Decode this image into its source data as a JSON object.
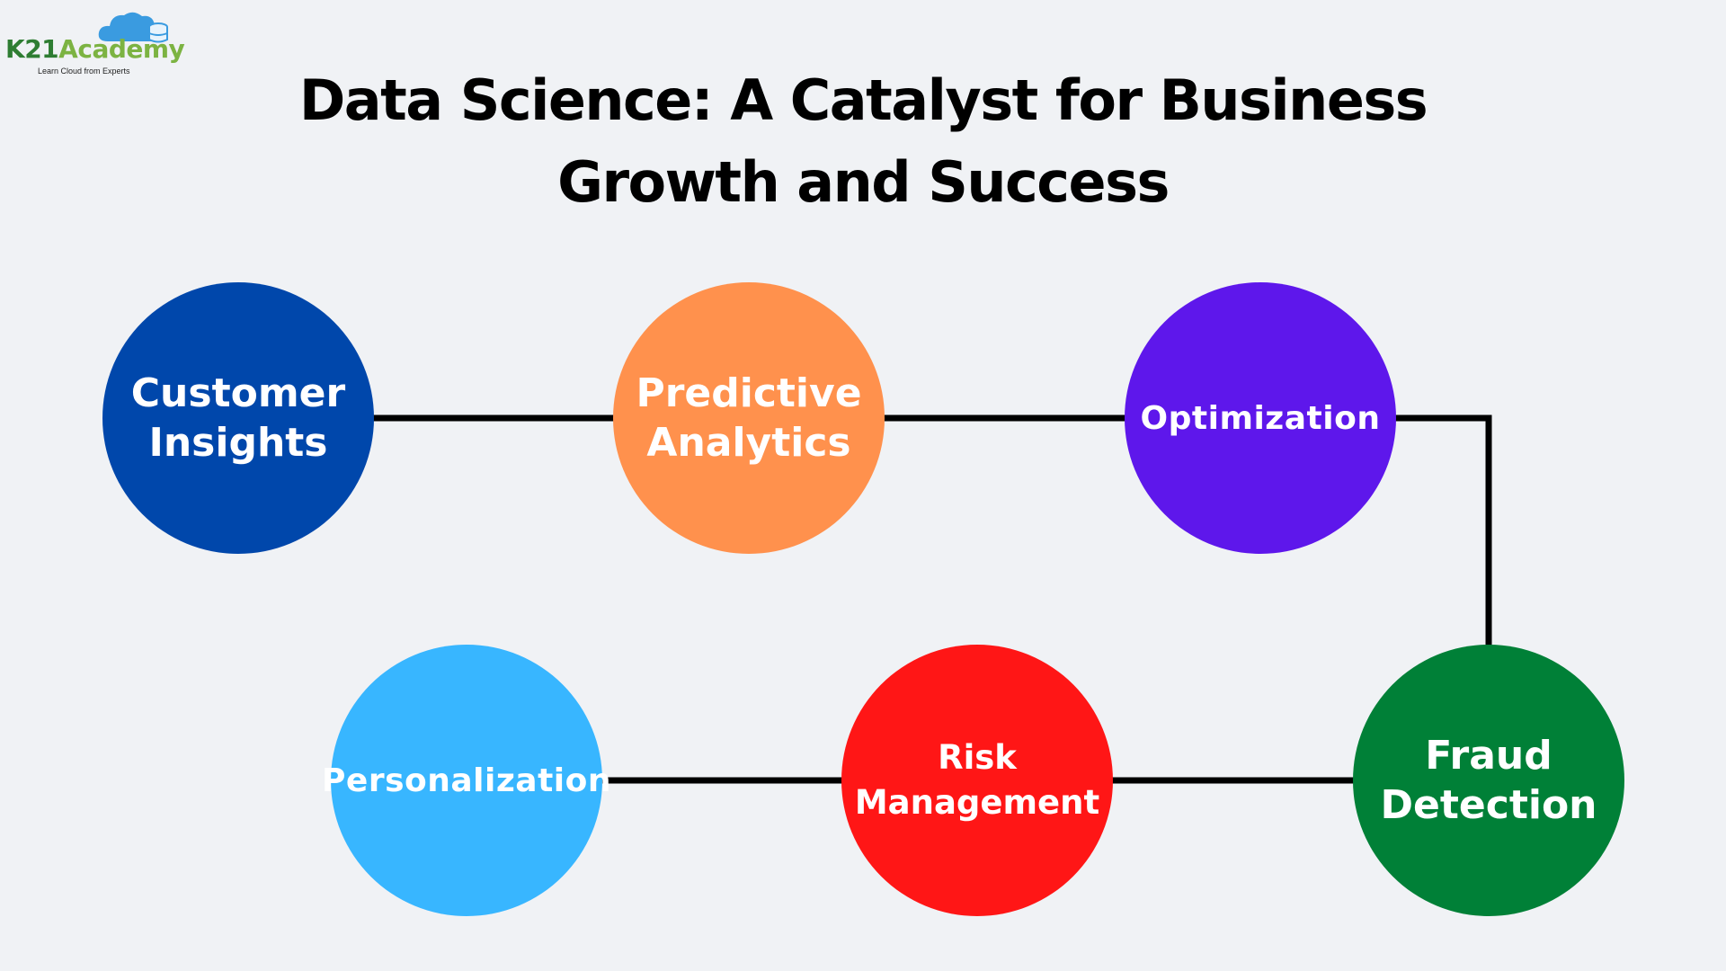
{
  "brand": {
    "name_primary": "K21",
    "name_secondary": "Academy",
    "tagline": "Learn Cloud from Experts",
    "icon": "cloud-database-icon",
    "colors": {
      "primary": "#2e7d32",
      "secondary": "#7cb342",
      "cloud": "#3a9be0"
    }
  },
  "title": "Data Science: A Catalyst for Business Growth and Success",
  "nodes": [
    {
      "id": "customer-insights",
      "label": "Customer Insights",
      "color": "#0047ab"
    },
    {
      "id": "predictive-analytics",
      "label": "Predictive Analytics",
      "color": "#ff914d"
    },
    {
      "id": "optimization",
      "label": "Optimization",
      "color": "#5e17eb"
    },
    {
      "id": "fraud-detection",
      "label": "Fraud Detection",
      "color": "#008037"
    },
    {
      "id": "risk-management",
      "label": "Risk Management",
      "color": "#ff1616"
    },
    {
      "id": "personalization",
      "label": "Personalization",
      "color": "#38b6ff"
    }
  ],
  "connector_color": "#000000",
  "background": "#f0f2f5"
}
